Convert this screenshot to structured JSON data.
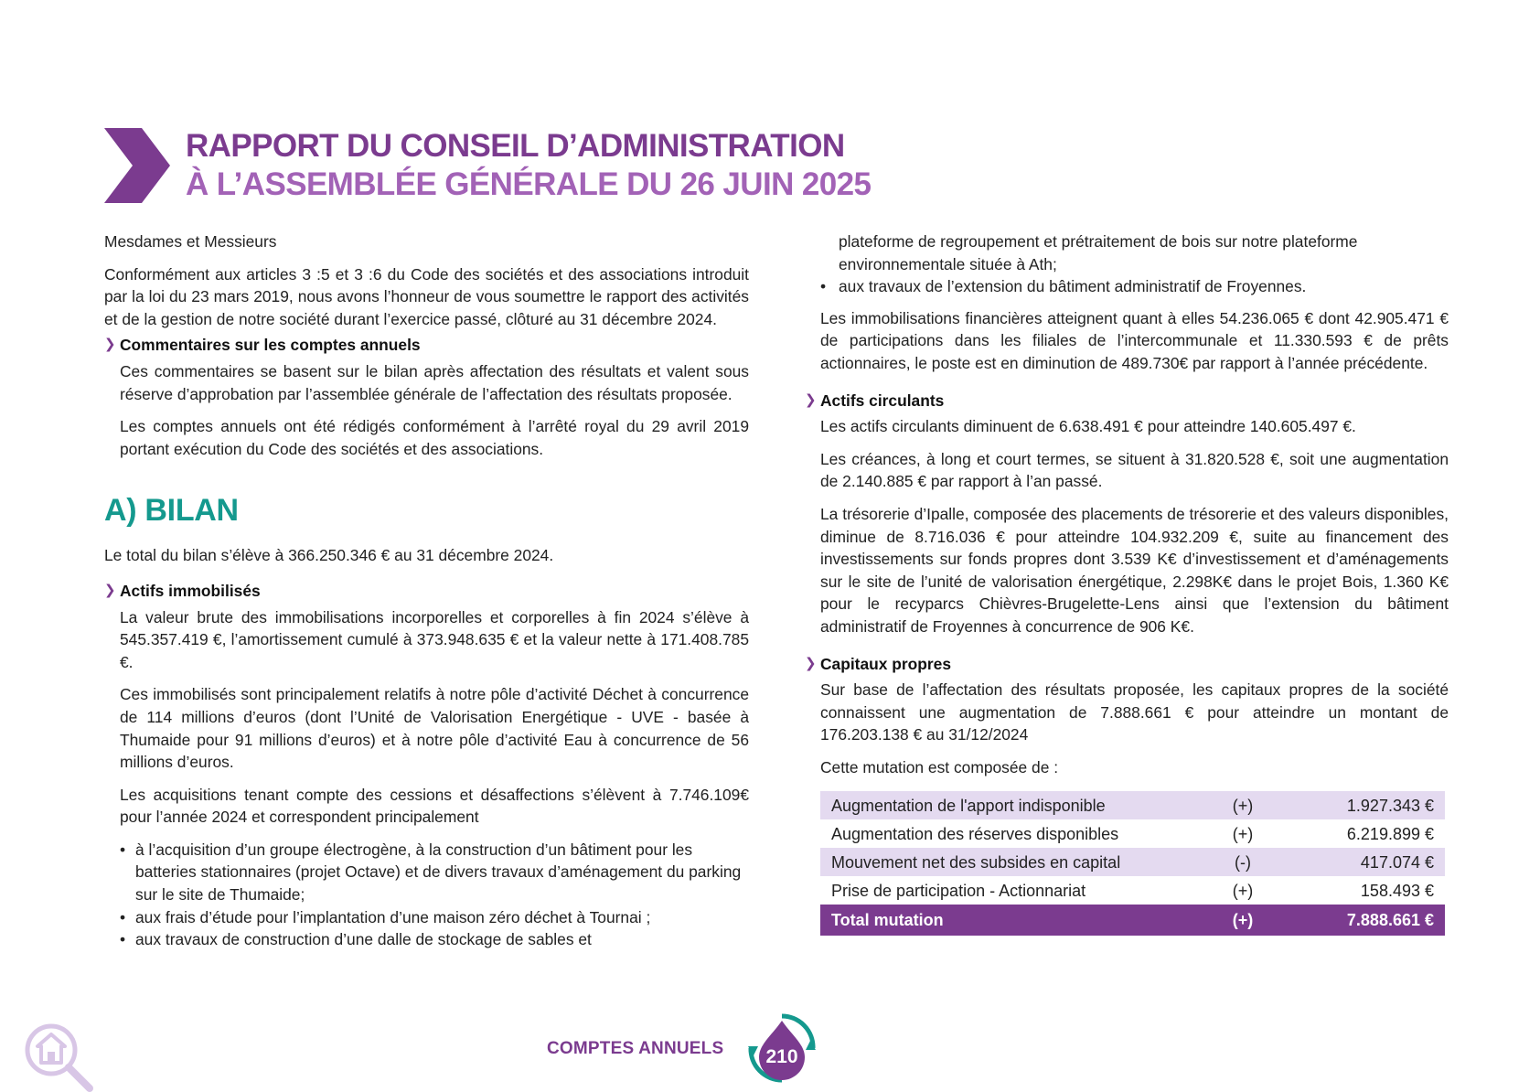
{
  "header": {
    "title_line1": "RAPPORT DU CONSEIL D’ADMINISTRATION",
    "title_line2": "À L’ASSEMBLÉE GÉNÉRALE DU 26 JUIN 2025"
  },
  "left": {
    "greeting": "Mesdames et Messieurs",
    "intro": "Conformément aux articles 3 :5 et 3 :6 du Code des sociétés et des associations introduit par la loi du 23 mars 2019, nous avons l’honneur de vous soumettre le rapport des activités et de la gestion de notre société durant l’exercice passé, clôturé au 31 décembre 2024.",
    "commentaires_heading": "Commentaires sur les comptes annuels",
    "commentaires_p1": "Ces commentaires se basent sur le bilan après affectation des résultats et valent sous réserve d’approbation par l’assemblée générale de l’affectation des résultats proposée.",
    "commentaires_p2": "Les comptes annuels ont été rédigés conformément à l’arrêté royal du 29 avril 2019 portant exécution du Code des sociétés et des associations.",
    "bilan_heading": "A) BILAN",
    "bilan_total": "Le total du bilan s’élève à 366.250.346 € au 31 décembre 2024.",
    "actifs_heading": "Actifs immobilisés",
    "actifs_p1": "La valeur brute des immobilisations incorporelles et corporelles à fin 2024 s’élève à 545.357.419 €, l’amortissement cumulé à 373.948.635 € et la valeur nette à 171.408.785 €.",
    "actifs_p2": "Ces immobilisés sont principalement relatifs à notre pôle d’activité Déchet à concurrence de 114 millions d’euros (dont l’Unité de Valorisation Energétique - UVE - basée à Thumaide pour 91 millions d’euros) et à notre pôle d’activité Eau à concurrence de 56 millions d’euros.",
    "actifs_p3": "Les acquisitions tenant compte des cessions et désaffections s’élèvent à 7.746.109€ pour l’année 2024 et correspondent principalement",
    "bullets": [
      "à l’acquisition d’un groupe électrogène, à la construction d’un bâtiment pour les batteries stationnaires (projet Octave) et de divers travaux d’aménagement du parking sur le site de Thumaide;",
      "aux frais d’étude pour l’implantation d’une maison zéro déchet à Tournai ;",
      "aux travaux de construction d’une dalle de stockage de sables et"
    ]
  },
  "right": {
    "bullet_continuation": "plateforme de regroupement et prétraitement de bois sur notre plateforme environnementale située à Ath;",
    "bullet_extension": "aux travaux de l’extension du bâtiment administratif de Froyennes.",
    "immo_fin": "Les immobilisations financières atteignent quant à elles 54.236.065 € dont 42.905.471 € de participations dans les filiales de l’intercommunale et 11.330.593 € de prêts actionnaires, le poste est en diminution de 489.730€ par rapport à l’année précédente.",
    "circulants_heading": "Actifs circulants",
    "circulants_p1": "Les actifs circulants diminuent de 6.638.491 € pour atteindre 140.605.497 €.",
    "circulants_p2": "Les créances, à long et court termes, se situent à 31.820.528 €, soit une augmentation de 2.140.885 € par rapport à l’an passé.",
    "circulants_p3": "La trésorerie d’Ipalle, composée des placements de trésorerie et des valeurs disponibles, diminue de 8.716.036 € pour atteindre 104.932.209 €, suite au financement des investissements sur fonds propres dont 3.539 K€ d’investissement et d’aménagements sur le site de l’unité de valorisation énergétique, 2.298K€ dans le projet Bois, 1.360 K€ pour le recyparcs Chièvres-Brugelette-Lens ainsi que l’extension du bâtiment administratif de Froyennes à concurrence de 906 K€.",
    "capitaux_heading": "Capitaux propres",
    "capitaux_p1": "Sur base de l’affectation des résultats proposée, les capitaux propres de la société connaissent une augmentation de 7.888.661 € pour atteindre un montant de 176.203.138 € au 31/12/2024",
    "capitaux_p2": "Cette mutation est composée de :",
    "table": [
      {
        "label": "Augmentation de l'apport indisponible",
        "sign": "(+)",
        "amount": "1.927.343 €"
      },
      {
        "label": "Augmentation des réserves disponibles",
        "sign": "(+)",
        "amount": "6.219.899 €"
      },
      {
        "label": "Mouvement net des subsides en capital",
        "sign": "(-)",
        "amount": "417.074 €"
      },
      {
        "label": "Prise de participation - Actionnariat",
        "sign": "(+)",
        "amount": "158.493 €"
      }
    ],
    "table_total": {
      "label": "Total mutation",
      "sign": "(+)",
      "amount": "7.888.661 €"
    }
  },
  "footer": {
    "section_label": "COMPTES ANNUELS",
    "page_number": "210"
  },
  "colors": {
    "purple": "#7b3b8f",
    "light_purple": "#a262b6",
    "teal": "#14998e",
    "table_shade": "#e4daf0"
  },
  "icons": {
    "title_marker": "chevron-right-icon",
    "subheading_marker": "chevron-small-icon",
    "bottom_left": "home-search-icon"
  }
}
